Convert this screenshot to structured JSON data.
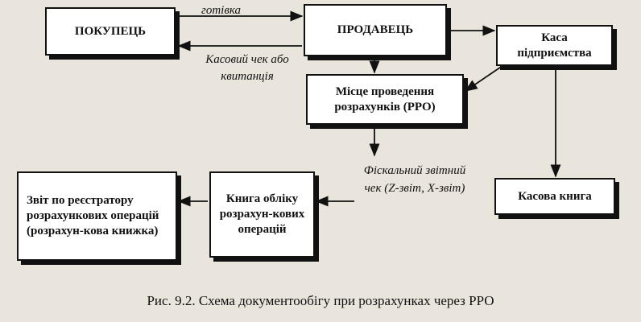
{
  "diagram": {
    "nodes": {
      "buyer": "ПОКУПЕЦЬ",
      "seller": "ПРОДАВЕЦЬ",
      "cash_desk": "Каса підприємства",
      "rro_place": "Місце проведення розрахунків (РРО)",
      "cash_book": "Касова книга",
      "rro_book": "Книга обліку розрахун-кових операцій",
      "rro_report": "Звіт по реєстратору розрахункових операцій (розрахун-кова книжка)"
    },
    "labels": {
      "cash": "готівка",
      "receipt": "Касовий чек або квитанція",
      "fiscal_report": "Фіскальний звітний чек (Z-звіт, X-звіт)"
    },
    "caption": "Рис. 9.2. Схема документообігу при розрахунках через РРО"
  },
  "colors": {
    "ink": "#111111",
    "box_fill": "#ffffff",
    "paper": "#e9e5dc"
  }
}
